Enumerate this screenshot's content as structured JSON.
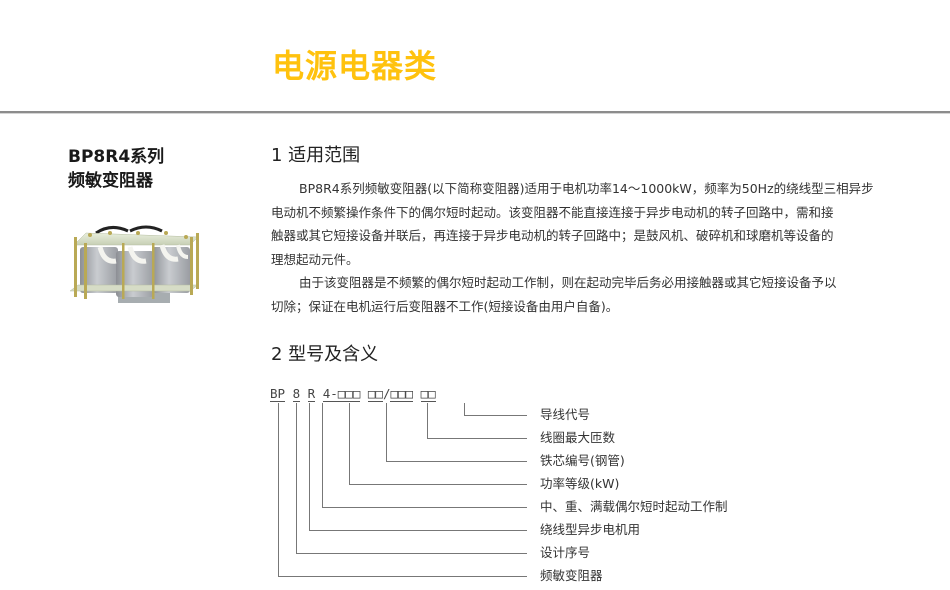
{
  "header": {
    "title": "电源电器类",
    "title_color": "#ffc20e"
  },
  "product": {
    "name_line1": "BP8R4系列",
    "name_line2": "频敏变阻器",
    "image": "three-coil-frequency-sensitive-rheostat-photo"
  },
  "section1": {
    "heading": "1 适用范围",
    "lines": [
      "BP8R4系列频敏变阻器(以下简称变阻器)适用于电机功率14～1000kW，频率为50Hz的绕线型三相异步",
      "电动机不频繁操作条件下的偶尔短时起动。该变阻器不能直接连接于异步电动机的转子回路中，需和接",
      "触器或其它短接设备并联后，再连接于异步电动机的转子回路中；是鼓风机、破碎机和球磨机等设备的",
      "理想起动元件。",
      "由于该变阻器是不频繁的偶尔短时起动工作制，则在起动完毕后务必用接触器或其它短接设备予以",
      "切除；保证在电机运行后变阻器不工作(短接设备由用户自备)。"
    ]
  },
  "section2": {
    "heading": "2 型号及含义",
    "code": {
      "seg_bp": "BP",
      "seg_8": "8",
      "seg_r": "R",
      "seg_4": "4-",
      "seg_power": "□□□",
      "seg_core": "□□",
      "slash": "/",
      "seg_turns": "□□□",
      "seg_wire": "□□"
    },
    "labels": [
      "导线代号",
      "线圈最大匝数",
      "铁芯编号(钢管)",
      "功率等级(kW)",
      "中、重、满载偶尔短时起动工作制",
      "绕线型异步电机用",
      "设计序号",
      "频敏变阻器"
    ]
  }
}
